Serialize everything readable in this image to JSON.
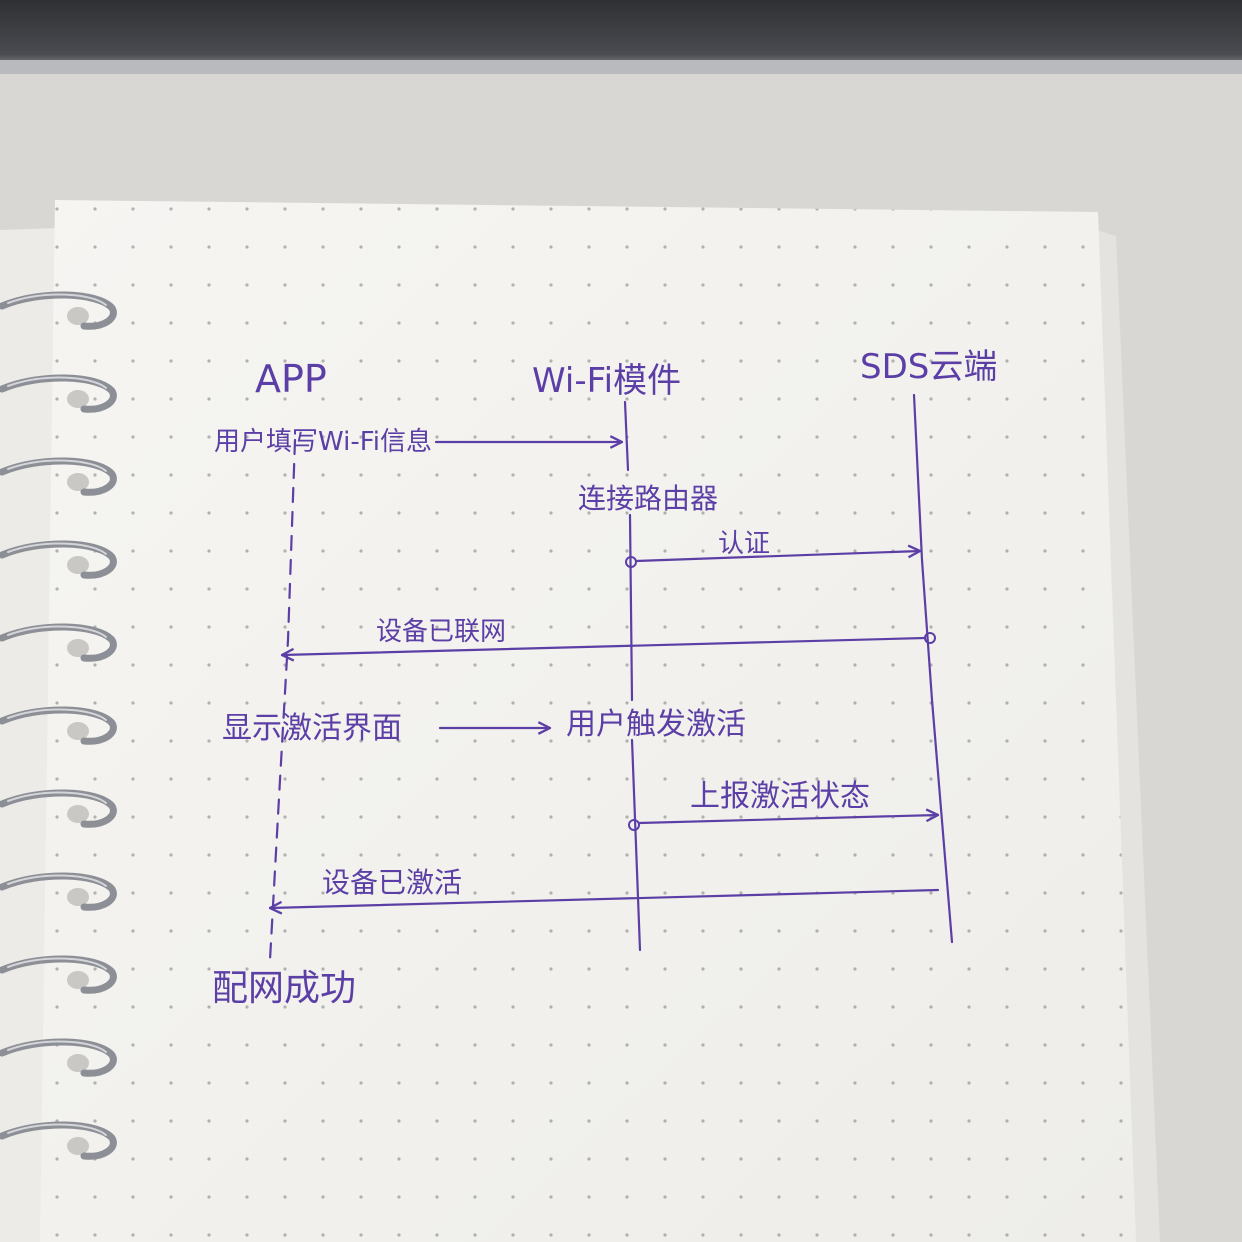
{
  "participants": {
    "app": "APP",
    "wifi_module": "Wi-Fi模件",
    "cloud": "SDS云端"
  },
  "steps": {
    "user_fill_wifi": "用户填写Wi-Fi信息",
    "connect_router": "连接路由器",
    "authenticate": "认证",
    "device_online": "设备已联网",
    "show_activation_ui": "显示激活界面",
    "user_trigger_activation": "用户触发激活",
    "report_activation_status": "上报激活状态",
    "device_activated": "设备已激活",
    "pairing_success": "配网成功"
  },
  "colors": {
    "ink": "#5c3fa6",
    "paper": "#f3f2ee",
    "binding": "#8d8f96",
    "table": "#d9d7d3",
    "laptop": "#3a3b3f"
  }
}
